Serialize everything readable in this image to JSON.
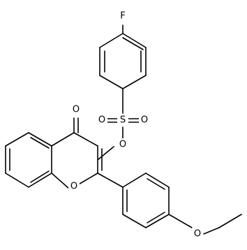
{
  "molecule": {
    "atoms": {
      "fluorine": "F",
      "sulfur": "S",
      "sulfonyl_oxygen_left": "O",
      "sulfonyl_oxygen_right": "O",
      "ester_oxygen": "O",
      "carbonyl_oxygen": "O",
      "ring_oxygen": "O",
      "ether_oxygen": "O"
    }
  }
}
